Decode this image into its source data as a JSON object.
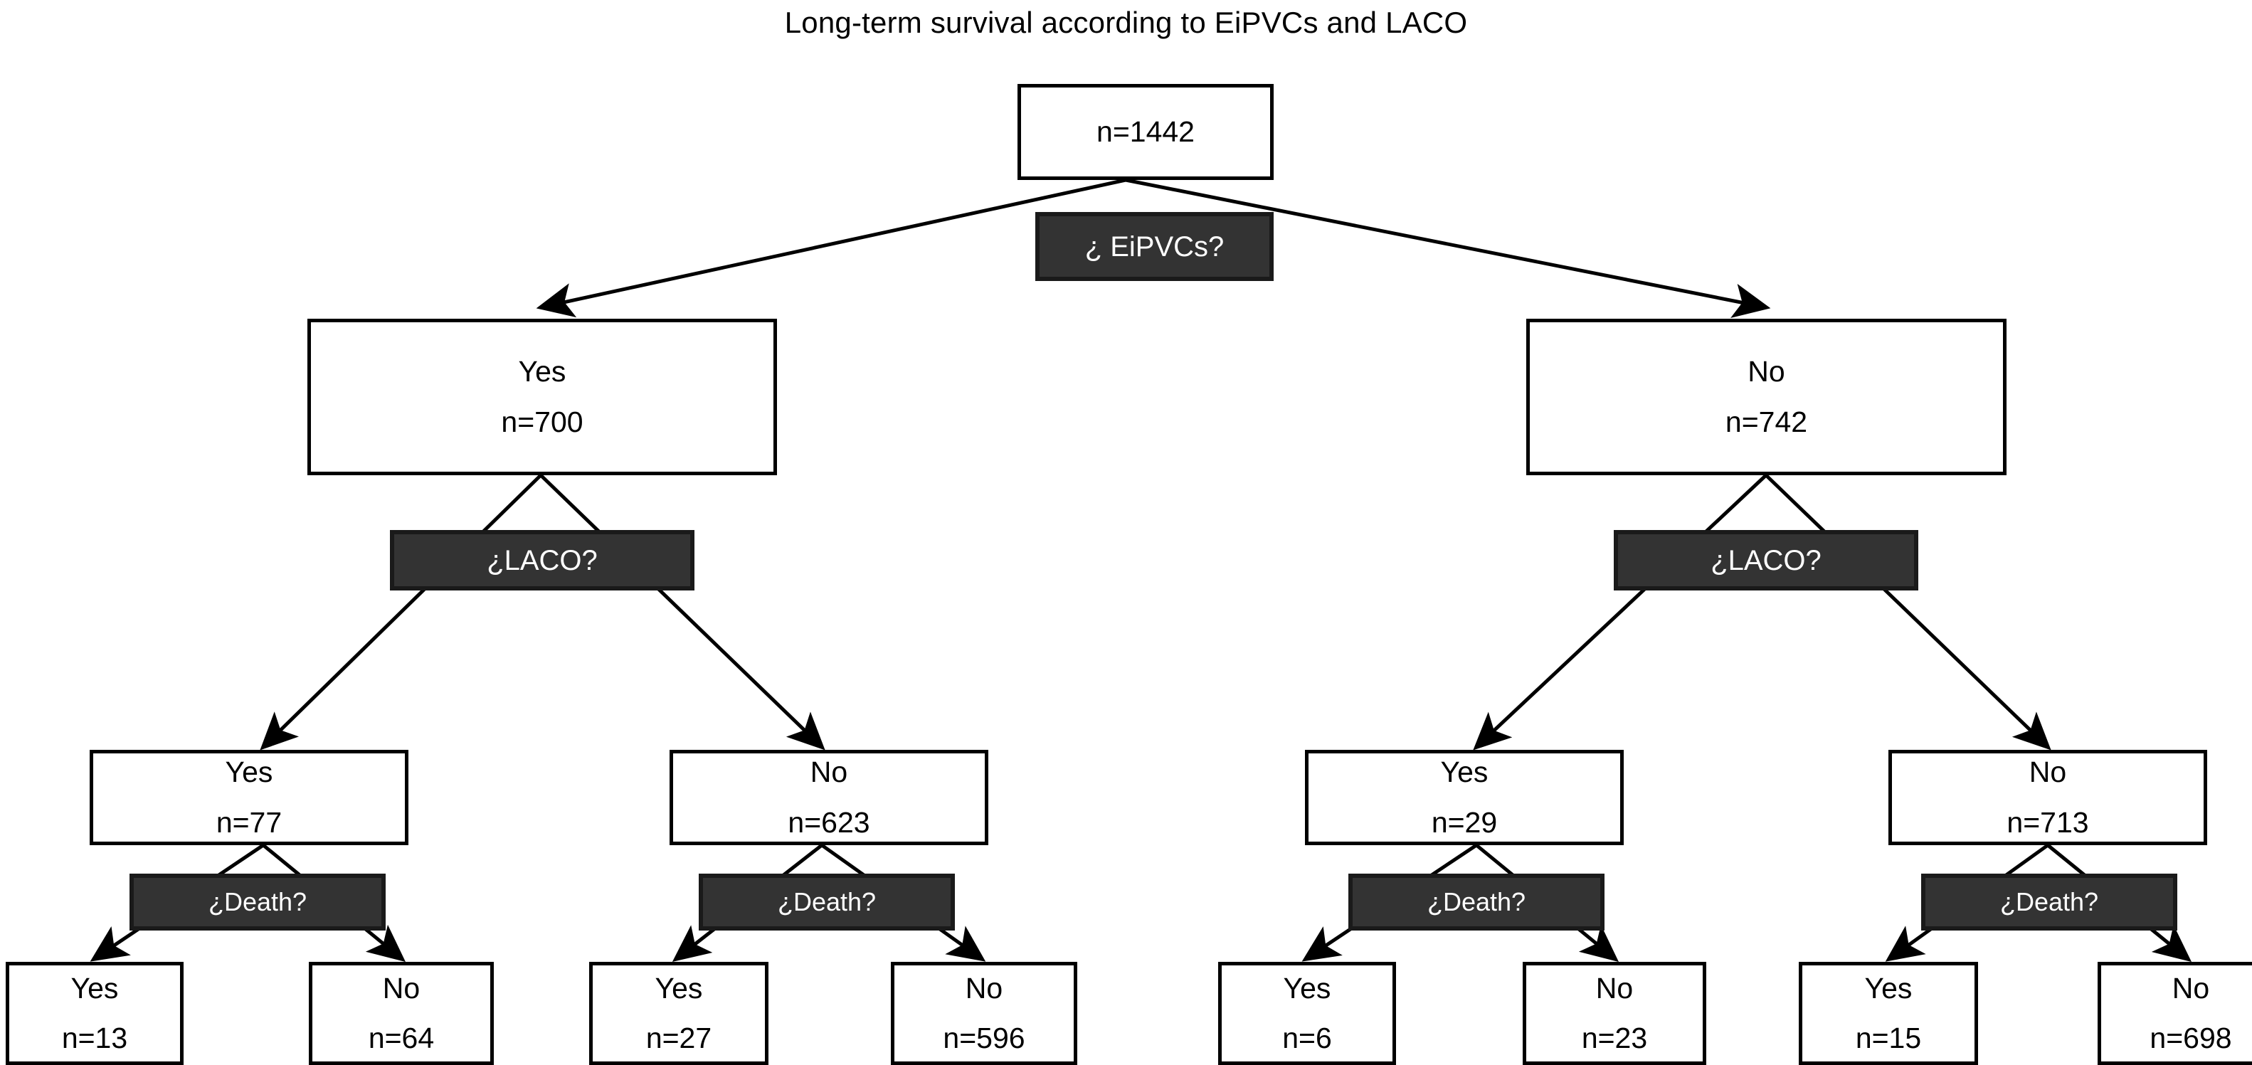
{
  "title": "Long-term survival according to EiPVCs and LACO",
  "tree": {
    "root": {
      "count_label": "n=1442"
    },
    "decisions": {
      "eipvcs": "¿ EiPVCs?",
      "laco_left": "¿LACO?",
      "laco_right": "¿LACO?",
      "death_1": "¿Death?",
      "death_2": "¿Death?",
      "death_3": "¿Death?",
      "death_4": "¿Death?"
    },
    "level1": [
      {
        "answer": "Yes",
        "count_label": "n=700"
      },
      {
        "answer": "No",
        "count_label": "n=742"
      }
    ],
    "level2": [
      {
        "answer": "Yes",
        "count_label": "n=77"
      },
      {
        "answer": "No",
        "count_label": "n=623"
      },
      {
        "answer": "Yes",
        "count_label": "n=29"
      },
      {
        "answer": "No",
        "count_label": "n=713"
      }
    ],
    "level3": [
      {
        "answer": "Yes",
        "count_label": "n=13"
      },
      {
        "answer": "No",
        "count_label": "n=64"
      },
      {
        "answer": "Yes",
        "count_label": "n=27"
      },
      {
        "answer": "No",
        "count_label": "n=596"
      },
      {
        "answer": "Yes",
        "count_label": "n=6"
      },
      {
        "answer": "No",
        "count_label": "n=23"
      },
      {
        "answer": "Yes",
        "count_label": "n=15"
      },
      {
        "answer": "No",
        "count_label": "n=698"
      }
    ]
  },
  "colors": {
    "decision_fill": "#333333",
    "decision_border": "#1a1a1a",
    "decision_text": "#ffffff",
    "node_fill": "#ffffff",
    "node_border": "#000000",
    "node_text": "#000000",
    "background": "#ffffff"
  },
  "chart_data": {
    "type": "table",
    "title": "Long-term survival according to EiPVCs and LACO",
    "xlabel": "",
    "ylabel": "",
    "structure": "decision-tree",
    "root_n": 1442,
    "splits": [
      {
        "question": "¿ EiPVCs?",
        "branches": [
          {
            "answer": "Yes",
            "n": 700
          },
          {
            "answer": "No",
            "n": 742
          }
        ]
      },
      {
        "question": "¿LACO?",
        "parent": "EiPVCs=Yes",
        "branches": [
          {
            "answer": "Yes",
            "n": 77
          },
          {
            "answer": "No",
            "n": 623
          }
        ]
      },
      {
        "question": "¿LACO?",
        "parent": "EiPVCs=No",
        "branches": [
          {
            "answer": "Yes",
            "n": 29
          },
          {
            "answer": "No",
            "n": 713
          }
        ]
      },
      {
        "question": "¿Death?",
        "parent": "EiPVCs=Yes,LACO=Yes",
        "branches": [
          {
            "answer": "Yes",
            "n": 13
          },
          {
            "answer": "No",
            "n": 64
          }
        ]
      },
      {
        "question": "¿Death?",
        "parent": "EiPVCs=Yes,LACO=No",
        "branches": [
          {
            "answer": "Yes",
            "n": 27
          },
          {
            "answer": "No",
            "n": 596
          }
        ]
      },
      {
        "question": "¿Death?",
        "parent": "EiPVCs=No,LACO=Yes",
        "branches": [
          {
            "answer": "Yes",
            "n": 6
          },
          {
            "answer": "No",
            "n": 23
          }
        ]
      },
      {
        "question": "¿Death?",
        "parent": "EiPVCs=No,LACO=No",
        "branches": [
          {
            "answer": "Yes",
            "n": 15
          },
          {
            "answer": "No",
            "n": 698
          }
        ]
      }
    ]
  }
}
